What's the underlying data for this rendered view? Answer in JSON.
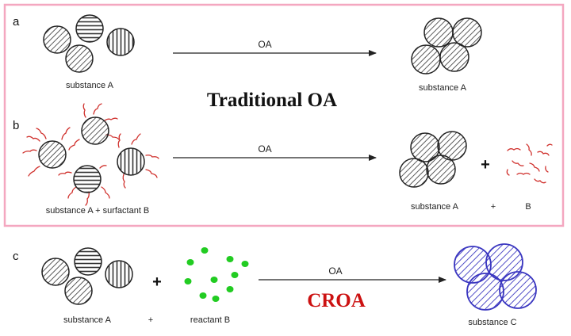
{
  "panels": {
    "a": {
      "letter": "a",
      "left_label": "substance A",
      "arrow_label": "OA",
      "right_label": "substance A"
    },
    "b": {
      "letter": "b",
      "left_label": "substance A + surfactant B",
      "arrow_label": "OA",
      "right_label_1": "substance A",
      "right_plus": "+",
      "right_label_2": "B",
      "plus": "+"
    },
    "c": {
      "letter": "c",
      "left_label_1": "substance A",
      "left_plus": "+",
      "left_label_2": "reactant B",
      "plus": "+",
      "arrow_label": "OA",
      "right_label": "substance C"
    }
  },
  "titles": {
    "traditional": "Traditional OA",
    "croa": "CROA"
  },
  "colors": {
    "frame": "#f4a7c0",
    "surfactant": "#d0312d",
    "reactant": "#22cc22",
    "product_c": "#3a36c0",
    "croa_text": "#cc1111"
  }
}
